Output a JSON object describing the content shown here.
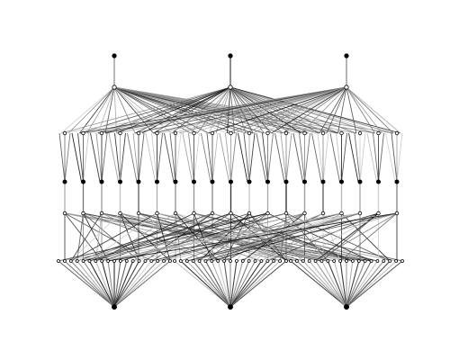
{
  "diagram": {
    "type": "layered-network",
    "layers": [
      {
        "name": "top-output-nodes",
        "count": 3,
        "marker": "filled"
      },
      {
        "name": "top-hub-nodes",
        "count": 3,
        "marker": "hollow"
      },
      {
        "name": "upper-fan-nodes",
        "count": 19,
        "marker": "hollow"
      },
      {
        "name": "middle-nodes",
        "count": 19,
        "marker": "filled"
      },
      {
        "name": "lower-fan-nodes",
        "count": 19,
        "marker": "hollow"
      },
      {
        "name": "bottom-grid-nodes",
        "count": 57,
        "marker": "hollow"
      },
      {
        "name": "bottom-output-nodes",
        "count": 3,
        "marker": "filled"
      }
    ],
    "colors": {
      "background": "#ffffff",
      "node_fill": "#000000",
      "node_hollow": "#ffffff",
      "edge_dark": "#000000",
      "edge_light": "#cfcfcf"
    }
  }
}
